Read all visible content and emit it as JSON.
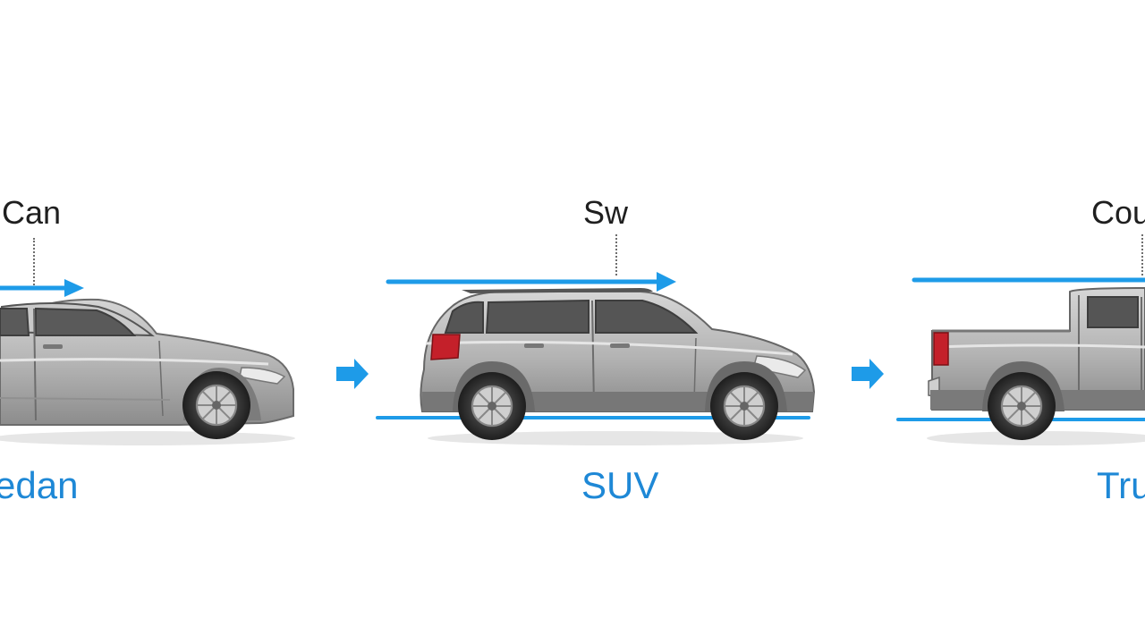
{
  "vehicles": [
    {
      "id": "sedan",
      "top_label": "Can",
      "bottom_label": "edan"
    },
    {
      "id": "suv",
      "top_label": "Sw",
      "bottom_label": "SUV"
    },
    {
      "id": "truck",
      "top_label": "Cou",
      "bottom_label": "Tru"
    }
  ],
  "colors": {
    "accent": "#1e9be8",
    "label_blue": "#1e88d6",
    "body_gray": "#a9a9a9",
    "text_dark": "#1f1f1f"
  },
  "icons": [
    "right-arrow-icon",
    "car-side-icon",
    "suv-side-icon",
    "pickup-truck-icon"
  ]
}
